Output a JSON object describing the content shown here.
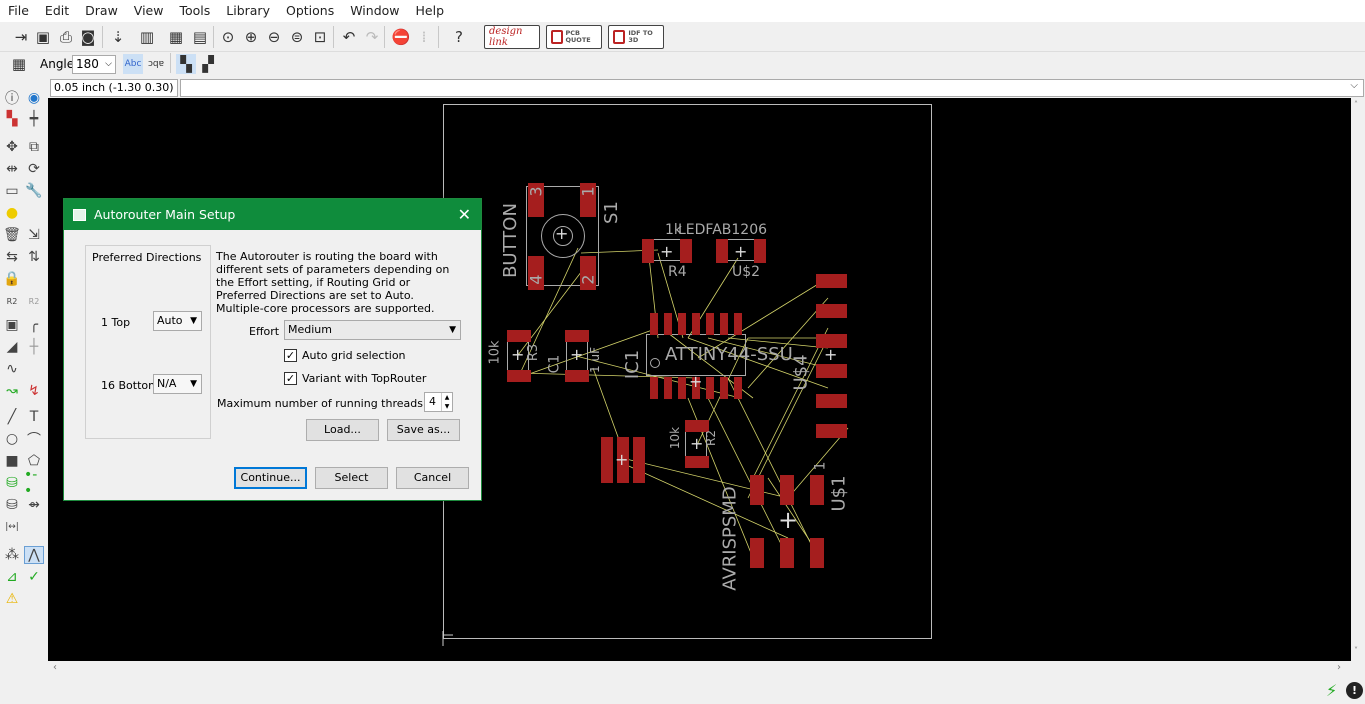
{
  "menu": [
    "File",
    "Edit",
    "Draw",
    "View",
    "Tools",
    "Library",
    "Options",
    "Window",
    "Help"
  ],
  "toolbar": {
    "designlink_label": "design link",
    "pcbquote_label": "PCB QUOTE",
    "idfto3d_label": "IDF TO 3D"
  },
  "params": {
    "angle_label": "Angle:",
    "angle_value": "180"
  },
  "command_line": {
    "coordinate": "0.05 inch (-1.30 0.30)"
  },
  "dialog": {
    "title": "Autorouter Main Setup",
    "preferred_directions_title": "Preferred Directions",
    "layers": [
      {
        "label": "1  Top",
        "value": "Auto"
      },
      {
        "label": "16  Bottom",
        "value": "N/A"
      }
    ],
    "description": "The Autorouter is routing the board with different sets of parameters depending on the Effort setting, if Routing Grid or Preferred Directions are set to Auto. Multiple-core processors are supported.",
    "effort_label": "Effort",
    "effort_value": "Medium",
    "auto_grid_label": "Auto grid selection",
    "auto_grid_checked": true,
    "variant_label": "Variant with TopRouter",
    "variant_checked": true,
    "threads_label": "Maximum number of running threads",
    "threads_value": "4",
    "load_label": "Load...",
    "save_label": "Save as...",
    "continue_label": "Continue...",
    "select_label": "Select",
    "cancel_label": "Cancel"
  },
  "board": {
    "labels": {
      "button": "BUTTON",
      "s1": "S1",
      "pin3": "3",
      "pin1": "1",
      "pin4": "4",
      "pin2": "2",
      "ledfab": "LEDFAB1206",
      "led1": "1k",
      "r4": "R4",
      "us2": "U$2",
      "r3_val": "10k",
      "r3": "R3",
      "c1": "C1",
      "c1_val": "1 uF",
      "ic1": "IC1",
      "attiny": "ATTINY44-SSU",
      "us4": "U$4",
      "r2_val": "10k",
      "r2": "R2",
      "avrisp": "AVRISPSMD",
      "us1": "U$1",
      "us1_pin": "1"
    },
    "colors": {
      "pad": "#a51e1e",
      "silk": "#aaaaaa",
      "airwire": "#d4d46a",
      "dimension": "#bbbbbb"
    }
  }
}
